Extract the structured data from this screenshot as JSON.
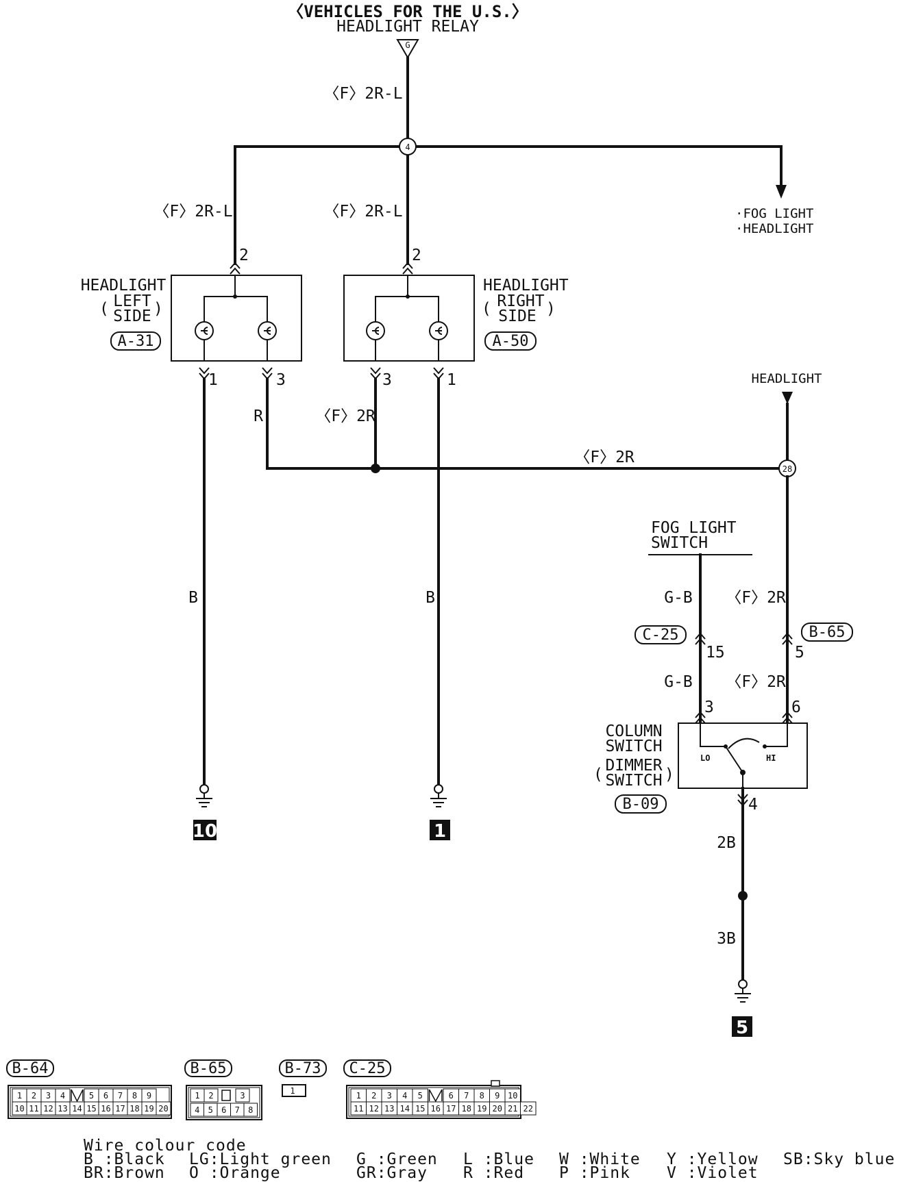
{
  "header": {
    "title": "〈VEHICLES FOR THE U.S.〉",
    "relay": "HEADLIGHT RELAY",
    "relay_connector": "G"
  },
  "wires": {
    "relay_out": "〈F〉2R-L",
    "left_feed": "〈F〉2R-L",
    "right_feed": "〈F〉2R-L",
    "left_r": "R",
    "right_3": "〈F〉2R",
    "cross": "〈F〉2R",
    "left_ground": "B",
    "right_ground": "B",
    "fog_upper": "G-B",
    "dimmer_upper": "〈F〉2R",
    "fog_lower": "G-B",
    "dimmer_lower": "〈F〉2R",
    "switch_out": "2B",
    "ground_lower": "3B"
  },
  "junctions": {
    "top": "4",
    "right": "28"
  },
  "fog_arrow": {
    "line1": "·FOG LIGHT",
    "line2": "·HEADLIGHT"
  },
  "headlight_arrow": "HEADLIGHT",
  "headlight_left": {
    "name_line1": "HEADLIGHT",
    "name_line2": "LEFT",
    "name_line3": "SIDE",
    "connector": "A-31",
    "pin_top": "2",
    "pin_a": "1",
    "pin_b": "3"
  },
  "headlight_right": {
    "name_line1": "HEADLIGHT",
    "name_line2": "RIGHT",
    "name_line3": "SIDE",
    "connector": "A-50",
    "pin_top": "2",
    "pin_a": "3",
    "pin_b": "1"
  },
  "fog_switch": {
    "line1": "FOG LIGHT",
    "line2": "SWITCH"
  },
  "connectors": {
    "c25": "C-25",
    "c25_pin": "15",
    "b65": "B-65",
    "b65_pin": "5"
  },
  "column_switch": {
    "line1": "COLUMN",
    "line2": "SWITCH",
    "line3": "DIMMER",
    "line4": "SWITCH",
    "connector": "B-09",
    "pin_in_left": "3",
    "pin_in_right": "6",
    "pin_out": "4",
    "lo": "LO",
    "hi": "HI"
  },
  "grounds": {
    "left": "10",
    "middle": "1",
    "right": "5"
  },
  "connector_views": [
    {
      "id": "B-64",
      "row1": [
        "1",
        "2",
        "3",
        "4",
        "5",
        "6",
        "7",
        "8",
        "9"
      ],
      "row2": [
        "10",
        "11",
        "12",
        "13",
        "14",
        "15",
        "16",
        "17",
        "18",
        "19",
        "20"
      ]
    },
    {
      "id": "B-65",
      "row1": [
        "1",
        "2",
        "3"
      ],
      "row2": [
        "4",
        "5",
        "6",
        "7",
        "8"
      ]
    },
    {
      "id": "B-73",
      "row1": [
        "1"
      ]
    },
    {
      "id": "C-25",
      "row1": [
        "1",
        "2",
        "3",
        "4",
        "5",
        "6",
        "7",
        "8",
        "9",
        "10"
      ],
      "row2": [
        "11",
        "12",
        "13",
        "14",
        "15",
        "16",
        "17",
        "18",
        "19",
        "20",
        "21",
        "22"
      ]
    }
  ],
  "legend": {
    "title": "Wire colour code",
    "items": [
      "B :Black",
      "BR:Brown",
      "LG:Light green",
      "O :Orange",
      "G :Green",
      "GR:Gray",
      "L :Blue",
      "R :Red",
      "W :White",
      "P :Pink",
      "Y :Yellow",
      "V :Violet",
      "SB:Sky blue"
    ]
  }
}
